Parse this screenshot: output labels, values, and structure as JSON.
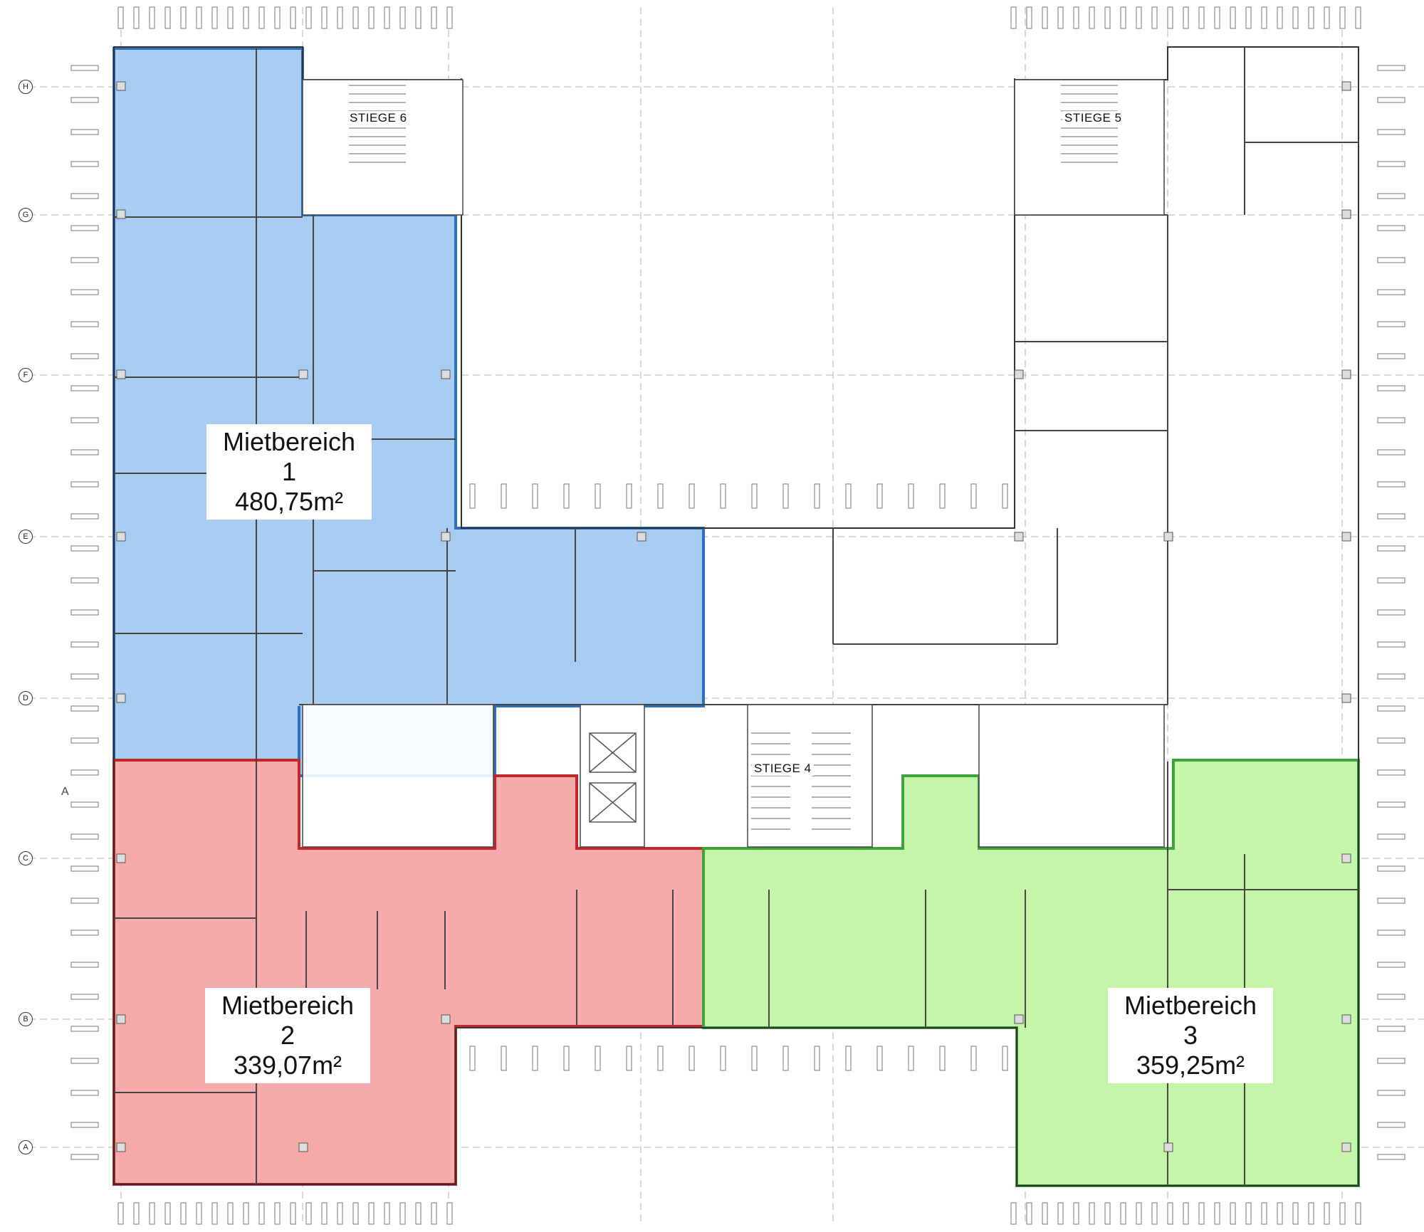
{
  "zones": [
    {
      "id": "mb1",
      "name": "Mietbereich 1",
      "area": "480,75m²",
      "fill": "#a9cdf2",
      "stroke": "#2f6fc0"
    },
    {
      "id": "mb2",
      "name": "Mietbereich 2",
      "area": "339,07m²",
      "fill": "#f7aaaa",
      "stroke": "#c0282e"
    },
    {
      "id": "mb3",
      "name": "Mietbereich 3",
      "area": "359,25m²",
      "fill": "#c4f5a8",
      "stroke": "#3ea33a"
    }
  ],
  "stairs": [
    "STIEGE 6",
    "STIEGE 5",
    "STIEGE 4"
  ],
  "axes": [
    "H",
    "G",
    "F",
    "E",
    "D",
    "C",
    "B",
    "A"
  ],
  "section_mark": "A",
  "colors": {
    "wall": "#333333",
    "grid": "#9a9a9a",
    "fine": "#666666"
  }
}
